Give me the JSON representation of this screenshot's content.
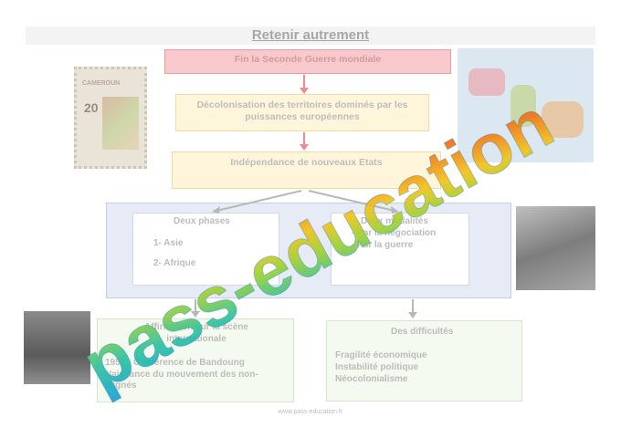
{
  "title": "Retenir autrement",
  "flow": {
    "box1": "Fin la Seconde Guerre mondiale",
    "box2": "Décolonisation des territoires dominés par les puissances européennes",
    "box3": "Indépendance de nouveaux Etats"
  },
  "phases": {
    "heading": "Deux phases",
    "items": [
      "1- Asie",
      "2- Afrique"
    ]
  },
  "modalites": {
    "heading": "Deux modalités",
    "items": [
      "-  Par la négociation",
      "-  Par la guerre"
    ]
  },
  "affirmation": {
    "heading": "Affirmation sur la scène internationale",
    "body": "1955 : Conférence de Bandoung Naissance du mouvement des non-alignés"
  },
  "difficultes": {
    "heading": "Des difficultés",
    "items": [
      "Fragilité économique",
      "Instabilité politique",
      "Néocolonialisme"
    ]
  },
  "stamp": {
    "country": "CAMEROUN",
    "value": "20"
  },
  "watermark": "pass-education",
  "footer": "www.pass-education.fr",
  "colors": {
    "box_red": "#f8c9cc",
    "box_yellow": "#fff5db",
    "panel_blue": "#e6ebf5",
    "box_green": "#f5faf0",
    "arrow_red": "#f08a8f",
    "watermark_gradient": [
      "#1aa0d9",
      "#2ec2a0",
      "#9fd033",
      "#f2c21a",
      "#f07a1a",
      "#e8302a"
    ]
  }
}
